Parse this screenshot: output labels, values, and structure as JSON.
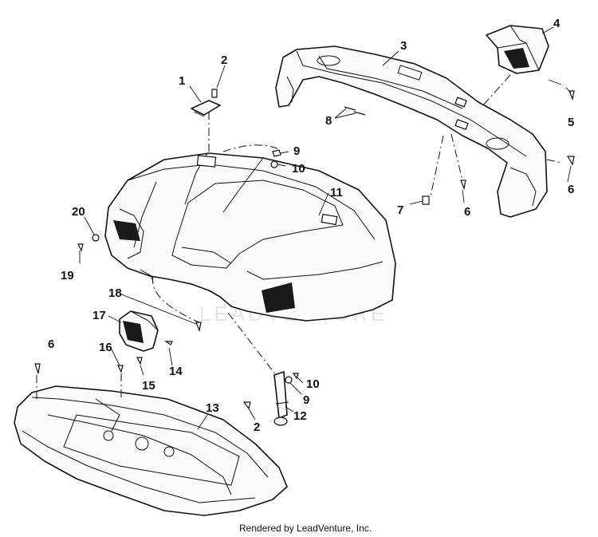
{
  "footer": {
    "text": "Rendered by LeadVenture, Inc."
  },
  "watermark": {
    "text": "LEADVENTURE"
  },
  "callouts": [
    {
      "id": "c1",
      "text": "1"
    },
    {
      "id": "c2a",
      "text": "2"
    },
    {
      "id": "c3",
      "text": "3"
    },
    {
      "id": "c4",
      "text": "4"
    },
    {
      "id": "c5",
      "text": "5"
    },
    {
      "id": "c6a",
      "text": "6"
    },
    {
      "id": "c6b",
      "text": "6"
    },
    {
      "id": "c6c",
      "text": "6"
    },
    {
      "id": "c7",
      "text": "7"
    },
    {
      "id": "c8",
      "text": "8"
    },
    {
      "id": "c9a",
      "text": "9"
    },
    {
      "id": "c9b",
      "text": "9"
    },
    {
      "id": "c10a",
      "text": "10"
    },
    {
      "id": "c10b",
      "text": "10"
    },
    {
      "id": "c11",
      "text": "11"
    },
    {
      "id": "c12",
      "text": "12"
    },
    {
      "id": "c13",
      "text": "13"
    },
    {
      "id": "c14",
      "text": "14"
    },
    {
      "id": "c15",
      "text": "15"
    },
    {
      "id": "c16",
      "text": "16"
    },
    {
      "id": "c17",
      "text": "17"
    },
    {
      "id": "c18",
      "text": "18"
    },
    {
      "id": "c19",
      "text": "19"
    },
    {
      "id": "c20",
      "text": "20"
    },
    {
      "id": "c2b",
      "text": "2"
    }
  ]
}
